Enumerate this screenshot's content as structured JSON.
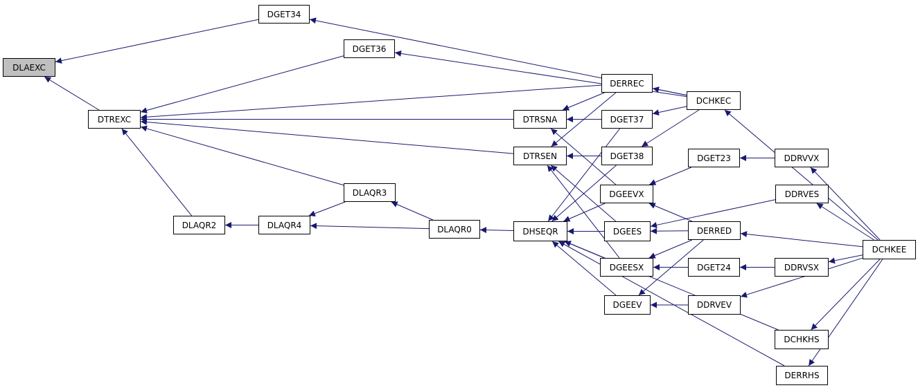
{
  "colors": {
    "edge": "#191970",
    "node_border": "#000000",
    "root_fill": "#bfbfbf",
    "node_fill": "#ffffff"
  },
  "nodes": {
    "DLAEXC": "DLAEXC",
    "DGET34": "DGET34",
    "DGET36": "DGET36",
    "DTREXC": "DTREXC",
    "DLAQR2": "DLAQR2",
    "DLAQR4": "DLAQR4",
    "DLAQR3": "DLAQR3",
    "DLAQR0": "DLAQR0",
    "DERREC": "DERREC",
    "DTRSNA": "DTRSNA",
    "DGET37": "DGET37",
    "DTRSEN": "DTRSEN",
    "DGET38": "DGET38",
    "DCHKEC": "DCHKEC",
    "DGET23": "DGET23",
    "DDRVVX": "DDRVVX",
    "DGEEVX": "DGEEVX",
    "DDRVES": "DDRVES",
    "DHSEQR": "DHSEQR",
    "DGEES": "DGEES",
    "DERRED": "DERRED",
    "DCHKEE": "DCHKEE",
    "DGEESX": "DGEESX",
    "DGET24": "DGET24",
    "DDRVSX": "DDRVSX",
    "DGEEV": "DGEEV",
    "DDRVEV": "DDRVEV",
    "DCHKHS": "DCHKHS",
    "DERRHS": "DERRHS"
  },
  "edges": [
    [
      "DGET34",
      "DLAEXC"
    ],
    [
      "DTREXC",
      "DLAEXC"
    ],
    [
      "DCHKEC",
      "DGET34"
    ],
    [
      "DCHKEC",
      "DGET36"
    ],
    [
      "DGET36",
      "DTREXC"
    ],
    [
      "DERREC",
      "DTREXC"
    ],
    [
      "DTRSNA",
      "DTREXC"
    ],
    [
      "DTRSEN",
      "DTREXC"
    ],
    [
      "DLAQR3",
      "DTREXC"
    ],
    [
      "DLAQR2",
      "DTREXC"
    ],
    [
      "DLAQR4",
      "DLAQR2"
    ],
    [
      "DLAQR3",
      "DLAQR4"
    ],
    [
      "DLAQR0",
      "DLAQR4"
    ],
    [
      "DLAQR0",
      "DLAQR3"
    ],
    [
      "DHSEQR",
      "DLAQR0"
    ],
    [
      "DERREC",
      "DTRSNA"
    ],
    [
      "DGET37",
      "DTRSNA"
    ],
    [
      "DGEEVX",
      "DTRSNA"
    ],
    [
      "DERREC",
      "DTRSEN"
    ],
    [
      "DGET38",
      "DTRSEN"
    ],
    [
      "DGEES",
      "DTRSEN"
    ],
    [
      "DGEESX",
      "DTRSEN"
    ],
    [
      "DGET37",
      "DHSEQR"
    ],
    [
      "DGET38",
      "DHSEQR"
    ],
    [
      "DGEEVX",
      "DHSEQR"
    ],
    [
      "DGEES",
      "DHSEQR"
    ],
    [
      "DGEESX",
      "DHSEQR"
    ],
    [
      "DGEEV",
      "DHSEQR"
    ],
    [
      "DCHKHS",
      "DHSEQR"
    ],
    [
      "DERRHS",
      "DHSEQR"
    ],
    [
      "DCHKEC",
      "DERREC"
    ],
    [
      "DCHKEC",
      "DGET37"
    ],
    [
      "DCHKEC",
      "DGET38"
    ],
    [
      "DCHKEE",
      "DCHKEC"
    ],
    [
      "DGET23",
      "DGEEVX"
    ],
    [
      "DERRED",
      "DGEEVX"
    ],
    [
      "DDRVVX",
      "DGET23"
    ],
    [
      "DDRVES",
      "DGEES"
    ],
    [
      "DERRED",
      "DGEES"
    ],
    [
      "DERRED",
      "DGEESX"
    ],
    [
      "DGET24",
      "DGEESX"
    ],
    [
      "DDRVSX",
      "DGET24"
    ],
    [
      "DERRED",
      "DGEEV"
    ],
    [
      "DDRVEV",
      "DGEEV"
    ],
    [
      "DCHKEE",
      "DDRVVX"
    ],
    [
      "DCHKEE",
      "DDRVES"
    ],
    [
      "DCHKEE",
      "DERRED"
    ],
    [
      "DCHKEE",
      "DDRVSX"
    ],
    [
      "DCHKEE",
      "DDRVEV"
    ],
    [
      "DCHKEE",
      "DCHKHS"
    ],
    [
      "DCHKEE",
      "DERRHS"
    ]
  ]
}
